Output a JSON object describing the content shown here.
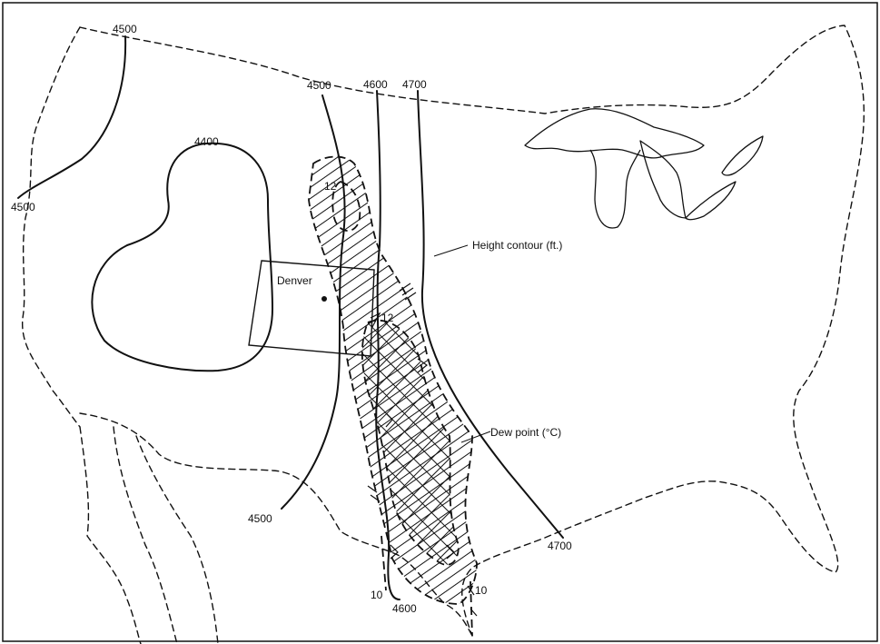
{
  "map": {
    "legend": {
      "height_contour": "Height contour (ft.)",
      "dew_point": "Dew point (°C)"
    },
    "city": "Denver",
    "contour_labels": [
      "4500",
      "4500",
      "4400",
      "4500",
      "4600",
      "4700",
      "4500",
      "4600",
      "4700"
    ],
    "dewpoint_labels": [
      "12",
      "12",
      "10",
      "10"
    ]
  }
}
